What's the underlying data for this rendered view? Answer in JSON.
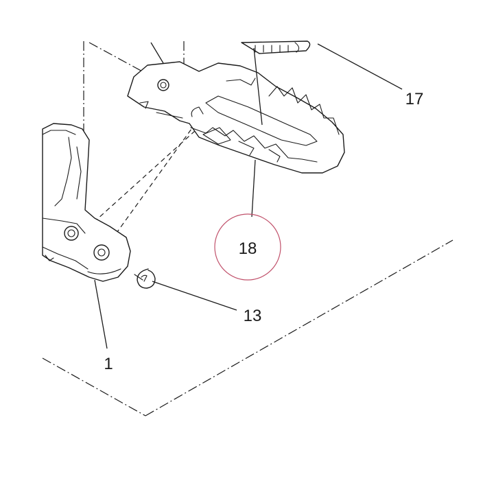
{
  "callouts": {
    "footpeg_bracket": "1",
    "clip": "13",
    "spring_assembly": "17",
    "footpeg": "18"
  },
  "highlight": {
    "circle_color": "#c0506a",
    "target": "18"
  }
}
